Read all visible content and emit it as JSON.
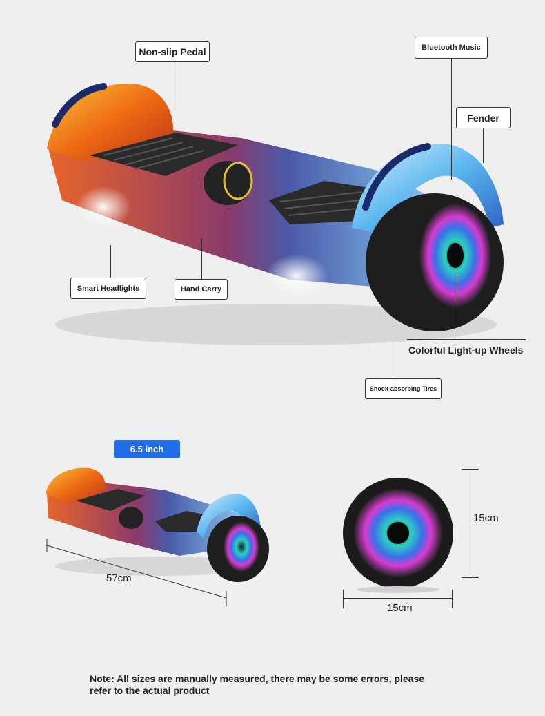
{
  "callouts": {
    "non_slip_pedal": "Non-slip Pedal",
    "bluetooth_music": "Bluetooth Music",
    "fender": "Fender",
    "smart_headlights": "Smart Headlights",
    "hand_carry": "Hand Carry",
    "colorful_wheels": "Colorful Light-up Wheels",
    "shock_tires": "Shock-absorbing Tires"
  },
  "size_badge": "6.5 inch",
  "dimensions": {
    "length": "57cm",
    "wheel_height": "15cm",
    "wheel_width": "15cm"
  },
  "note": "Note: All sizes are manually measured, there may be some errors, please refer to the actual product",
  "colors": {
    "badge": "#1f6de8",
    "background": "#efefef",
    "flame_orange": "#f28a1c",
    "ice_blue": "#58b8ef"
  }
}
